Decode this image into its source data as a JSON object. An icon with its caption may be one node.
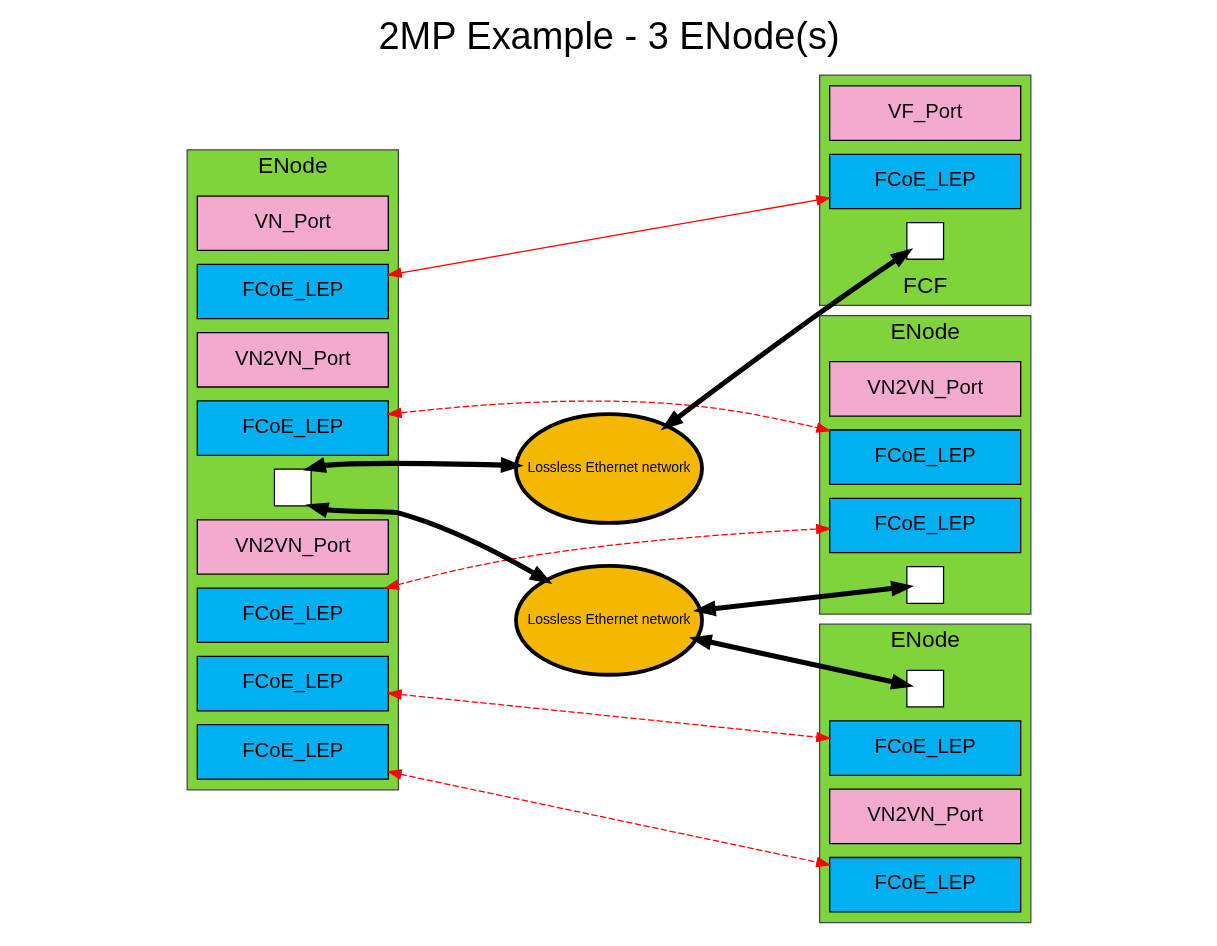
{
  "diagram": {
    "title": "2MP Example - 3 ENode(s)",
    "nodes": [
      {
        "text": [
          "ENode"
        ]
      },
      {
        "text": [
          "VN_Port"
        ],
        "in": 0
      },
      {
        "text": [
          "FCoE_LEP"
        ],
        "in": 0
      },
      {
        "text": [
          "VN2VN_Port"
        ],
        "in": 0
      },
      {
        "text": [
          "FCoE_LEP"
        ],
        "in": 0
      },
      {
        "text": [
          "FCoE_LEP"
        ],
        "in": 0
      },
      {
        "text": [
          "VN2VN_Port"
        ],
        "in": 0
      },
      {
        "text": [
          "FCoE_LEP"
        ],
        "in": 0
      },
      {
        "text": [
          "FCoE_LEP"
        ],
        "in": 0
      },
      {
        "text": [],
        "shape": "box",
        "in": 0
      },
      {
        "text": [
          "Lossless Ethernet network"
        ]
      },
      {
        "text": [
          "FCF"
        ]
      },
      {
        "text": [
          "VF_Port"
        ],
        "in": 11
      },
      {
        "text": [
          "FCoE_LEP"
        ],
        "in": 11
      },
      {
        "text": [],
        "shape": "box",
        "in": 11
      },
      {
        "text": [
          "ENode"
        ]
      },
      {
        "text": [
          "VN2VN_Port"
        ],
        "in": 15
      },
      {
        "text": [
          "FCoE_LEP"
        ],
        "in": 15
      },
      {
        "text": [
          "FCoE_LEP"
        ],
        "in": 15
      },
      {
        "text": [],
        "shape": "box",
        "in": 15
      },
      {
        "text": [
          "Lossless Ethernet network"
        ]
      },
      {
        "text": [
          "ENode"
        ]
      },
      {
        "text": [
          "FCoE_LEP"
        ],
        "in": 21
      },
      {
        "text": [
          "FCoE_LEP"
        ],
        "in": 21
      },
      {
        "text": [
          "VN2VN_Port"
        ],
        "in": 21
      },
      {
        "text": [],
        "shape": "box",
        "in": 21
      }
    ],
    "edges": [
      {
        "from": 10,
        "to": 14,
        "arrow": "both",
        "style": "thick"
      },
      {
        "from": 9,
        "to": 10,
        "arrow": "both",
        "style": "thick"
      },
      {
        "from": 9,
        "to": 20,
        "arrow": "both",
        "style": "thick"
      },
      {
        "from": 20,
        "to": 19,
        "arrow": "both",
        "style": "thick"
      },
      {
        "from": 20,
        "to": 25,
        "arrow": "both",
        "style": "thick"
      },
      {
        "from": 2,
        "to": 13,
        "arrow": "both",
        "color": "#ff0000"
      },
      {
        "from": 4,
        "to": 17,
        "arrow": "both",
        "style": "dashed",
        "color": "#ff0000"
      },
      {
        "from": 7,
        "to": 18,
        "arrow": "both",
        "style": "dashed",
        "color": "#ff0000"
      },
      {
        "from": 5,
        "to": 22,
        "arrow": "both",
        "style": "dashed",
        "color": "#ff0000"
      },
      {
        "from": 8,
        "to": 23,
        "arrow": "both",
        "style": "dashed",
        "color": "#ff0000"
      }
    ]
  }
}
